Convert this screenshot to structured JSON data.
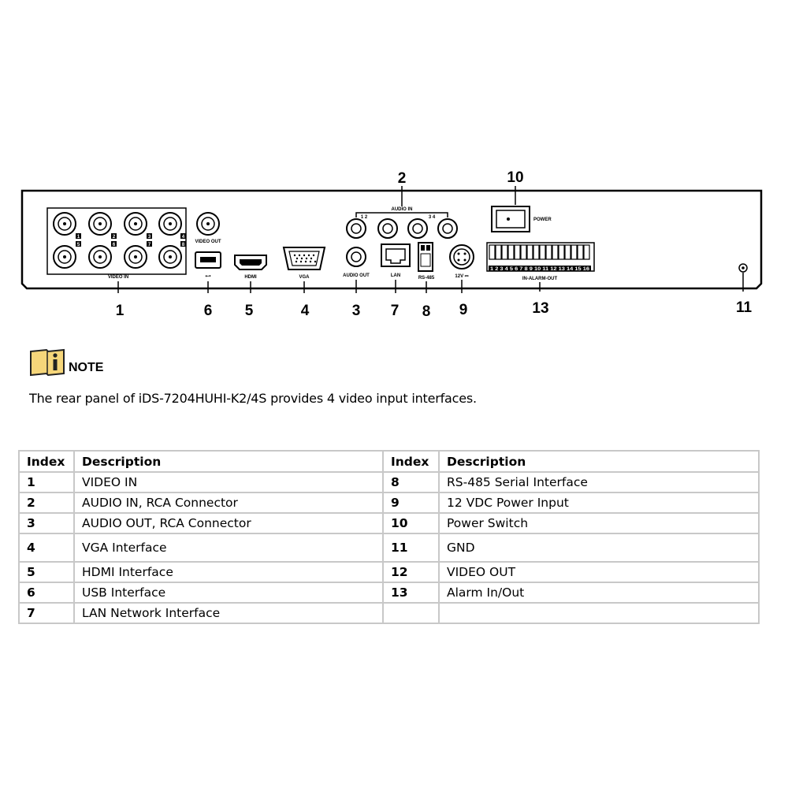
{
  "panel": {
    "labels": {
      "video_in": "VIDEO IN",
      "video_out": "VIDEO OUT",
      "usb": "⭠•",
      "hdmi": "HDMI",
      "vga": "VGA",
      "audio_in": "AUDIO IN",
      "audio_in_ch12": "1 2",
      "audio_in_ch34": "3 4",
      "audio_out": "AUDIO OUT",
      "lan": "LAN",
      "rs485": "RS-485",
      "power_in": "12V ⎓",
      "power": "POWER",
      "alarm": "IN-ALARM-OUT",
      "alarm_pins": "1 2 3 4 5 6 7 8 9 10 11 12 13 14 15 16",
      "bnc_numbers": [
        "1",
        "2",
        "3",
        "4",
        "5",
        "6",
        "7",
        "8"
      ]
    },
    "callouts": [
      "1",
      "2",
      "3",
      "4",
      "5",
      "6",
      "7",
      "8",
      "9",
      "10",
      "11",
      "13"
    ]
  },
  "note": {
    "label": "NOTE",
    "text": "The rear panel of iDS-7204HUHI-K2/4S provides 4 video input interfaces."
  },
  "table": {
    "headers": [
      "Index",
      "Description",
      "Index",
      "Description"
    ],
    "rows": [
      [
        "1",
        "VIDEO IN",
        "8",
        "RS-485 Serial Interface"
      ],
      [
        "2",
        "AUDIO IN, RCA Connector",
        "9",
        "12 VDC Power Input"
      ],
      [
        "3",
        "AUDIO OUT, RCA Connector",
        "10",
        "Power Switch"
      ],
      [
        "4",
        "VGA Interface",
        "11",
        "GND"
      ],
      [
        "5",
        "HDMI Interface",
        "12",
        "VIDEO OUT"
      ],
      [
        "6",
        "USB Interface",
        "13",
        "Alarm In/Out"
      ],
      [
        "7",
        "LAN Network Interface",
        "",
        ""
      ]
    ]
  },
  "colors": {
    "icon_fill": "#f6d67a",
    "icon_stroke": "#222222",
    "table_border": "#c8c8c8"
  }
}
